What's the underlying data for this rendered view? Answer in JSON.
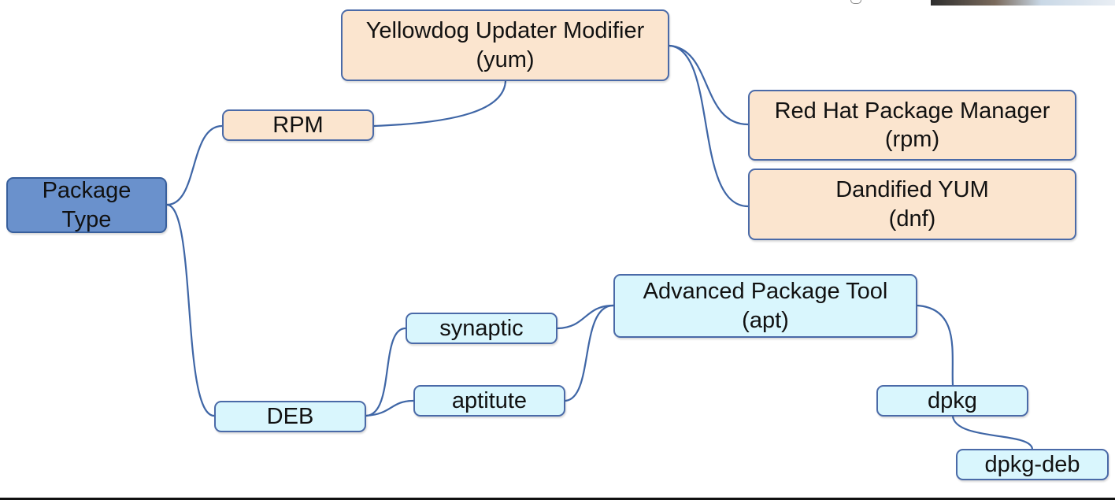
{
  "diagram": {
    "root": {
      "label": "Package\nType",
      "color": "#6a91cc"
    },
    "rpm_branch": {
      "label": "RPM",
      "frontend": "Yellowdog Updater Modifier\n(yum)",
      "managers": [
        "Red Hat Package Manager\n(rpm)",
        "Dandified YUM\n(dnf)"
      ],
      "color": "#fbe5cf"
    },
    "deb_branch": {
      "label": "DEB",
      "frontends": [
        "synaptic",
        "aptitute"
      ],
      "tool": "Advanced Package Tool\n(apt)",
      "backend": "dpkg",
      "backend_child": "dpkg-deb",
      "color": "#d9f6fd"
    },
    "link_color": "#3f66a6"
  }
}
